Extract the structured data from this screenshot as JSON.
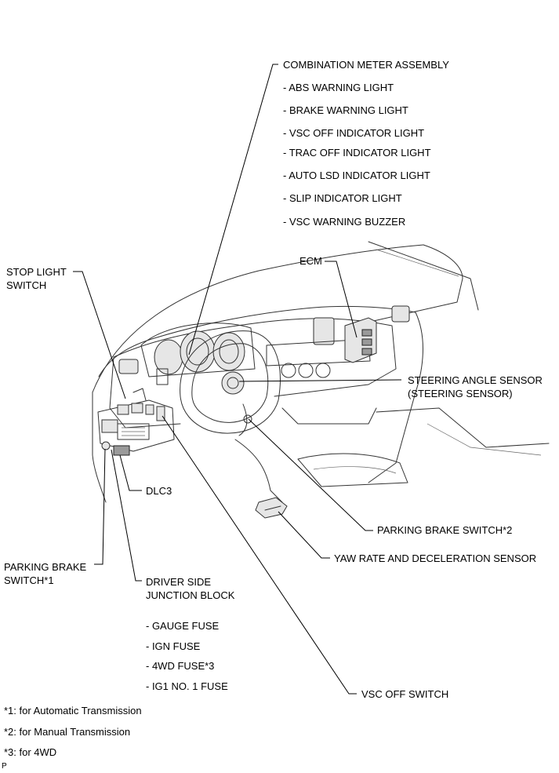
{
  "combination_meter": {
    "title": "COMBINATION METER ASSEMBLY",
    "items": [
      "- ABS WARNING LIGHT",
      "- BRAKE WARNING LIGHT",
      "- VSC OFF INDICATOR LIGHT",
      "- TRAC OFF INDICATOR LIGHT",
      "- AUTO LSD INDICATOR LIGHT",
      "- SLIP INDICATOR LIGHT",
      "- VSC WARNING BUZZER"
    ]
  },
  "ecm": "ECM",
  "stop_light_switch": [
    "STOP LIGHT",
    "SWITCH"
  ],
  "steering_angle_sensor": [
    "STEERING ANGLE SENSOR",
    "(STEERING SENSOR)"
  ],
  "dlc3": "DLC3",
  "parking_brake_switch_2": "PARKING BRAKE SWITCH*2",
  "yaw_rate_sensor": "YAW RATE AND DECELERATION SENSOR",
  "parking_brake_switch_1": [
    "PARKING BRAKE",
    "SWITCH*1"
  ],
  "junction_block": {
    "title": [
      "DRIVER SIDE",
      "JUNCTION BLOCK"
    ],
    "items": [
      "- GAUGE FUSE",
      "- IGN FUSE",
      "- 4WD FUSE*3",
      "- IG1 NO. 1 FUSE"
    ]
  },
  "vsc_off_switch": "VSC OFF SWITCH",
  "footnotes": [
    "*1: for Automatic Transmission",
    "*2: for Manual Transmission",
    "*3: for 4WD"
  ],
  "corner_mark": "P"
}
